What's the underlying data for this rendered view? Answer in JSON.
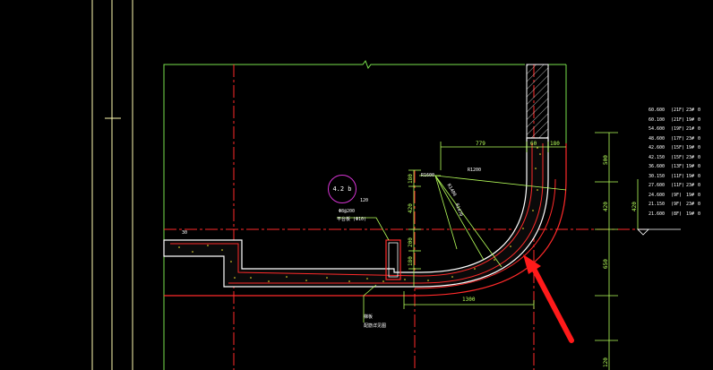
{
  "colors": {
    "background": "#000000",
    "outline_green": "#79e04d",
    "red": "#ff2a2a",
    "white": "#ffffff",
    "magenta": "#d534d3",
    "yellow": "#ffee33",
    "arrow": "#ff1a1a"
  },
  "drawing": {
    "circle_tag": "4.2 b",
    "dim_top_h1": "779",
    "dim_top_h2": "60",
    "dim_top_h3": "180",
    "dim_bottom": "1300",
    "dim_v_left_1": "180",
    "dim_v_left_2": "420",
    "dim_v_left_3": "200",
    "dim_v_left_4": "180",
    "dim_v_right_1": "500",
    "dim_v_right_2": "420",
    "dim_v_right_3": "650",
    "dim_v_right_4": "120",
    "dim_v_far_right": "420",
    "radius_label": "R1200",
    "radius_label_2": "R1400",
    "radius_label_3": "R1470",
    "small_label": "R1600",
    "callout_1": "Φ8@200",
    "callout_2": "平台板 (Φ10)",
    "callout_3": "120",
    "bottom_note_1": "梯板",
    "bottom_note_2": "配筋详见图",
    "left_arrow_text": "30"
  },
  "elevation_table": [
    {
      "elev": "60.600",
      "floor": "(21F)",
      "h": "23#",
      "mark": "0"
    },
    {
      "elev": "60.100",
      "floor": "(21F)",
      "h": "19#",
      "mark": "0"
    },
    {
      "elev": "54.600",
      "floor": "(19F)",
      "h": "21#",
      "mark": "0"
    },
    {
      "elev": "48.600",
      "floor": "(17F)",
      "h": "23#",
      "mark": "0"
    },
    {
      "elev": "42.600",
      "floor": "(15F)",
      "h": "19#",
      "mark": "0"
    },
    {
      "elev": "42.150",
      "floor": "(15F)",
      "h": "23#",
      "mark": "0"
    },
    {
      "elev": "36.600",
      "floor": "(13F)",
      "h": "19#",
      "mark": "0"
    },
    {
      "elev": "30.150",
      "floor": "(11F)",
      "h": "19#",
      "mark": "0"
    },
    {
      "elev": "27.600",
      "floor": "(11F)",
      "h": "23#",
      "mark": "0"
    },
    {
      "elev": "24.600",
      "floor": "(9F)",
      "h": "19#",
      "mark": "0"
    },
    {
      "elev": "21.150",
      "floor": "(9F)",
      "h": "23#",
      "mark": "0"
    },
    {
      "elev": "21.600",
      "floor": "(8F)",
      "h": "19#",
      "mark": "0"
    }
  ]
}
